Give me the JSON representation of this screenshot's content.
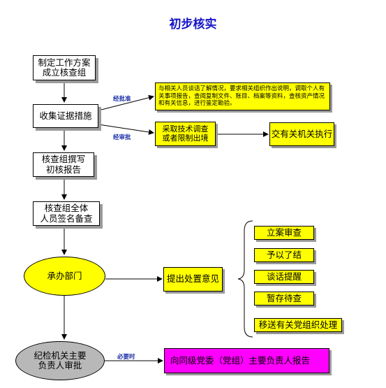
{
  "title": "初步核实",
  "steps": {
    "plan": "制定工作方案\n成立核查组",
    "collect": "收集证据措施",
    "draft": "核查组撰写\n初核报告",
    "sign": "核查组全体\n人员签名备查",
    "dept": "承办部门",
    "leader": "纪检机关主要\n负责人审批"
  },
  "measures": {
    "interview": "与相关人员谈话了解情况，要求相关组织作出说明，调取个人有关事项报告，查阅复制文件、账目、档案等资料，查核资产情况和有关信息，进行鉴定勘验。",
    "tech": "采取技术调查\n或者限制出境",
    "execute": "交有关机关执行"
  },
  "edge_labels": {
    "approved": "经批准",
    "reviewed": "经审批",
    "when_needed": "必要时"
  },
  "opinion": "提出处置意见",
  "outcomes": [
    "立案审查",
    "予以了结",
    "谈话提醒",
    "暂存待查",
    "移送有关党组织处理"
  ],
  "report": "向同级党委（党组）主要负责人报告"
}
